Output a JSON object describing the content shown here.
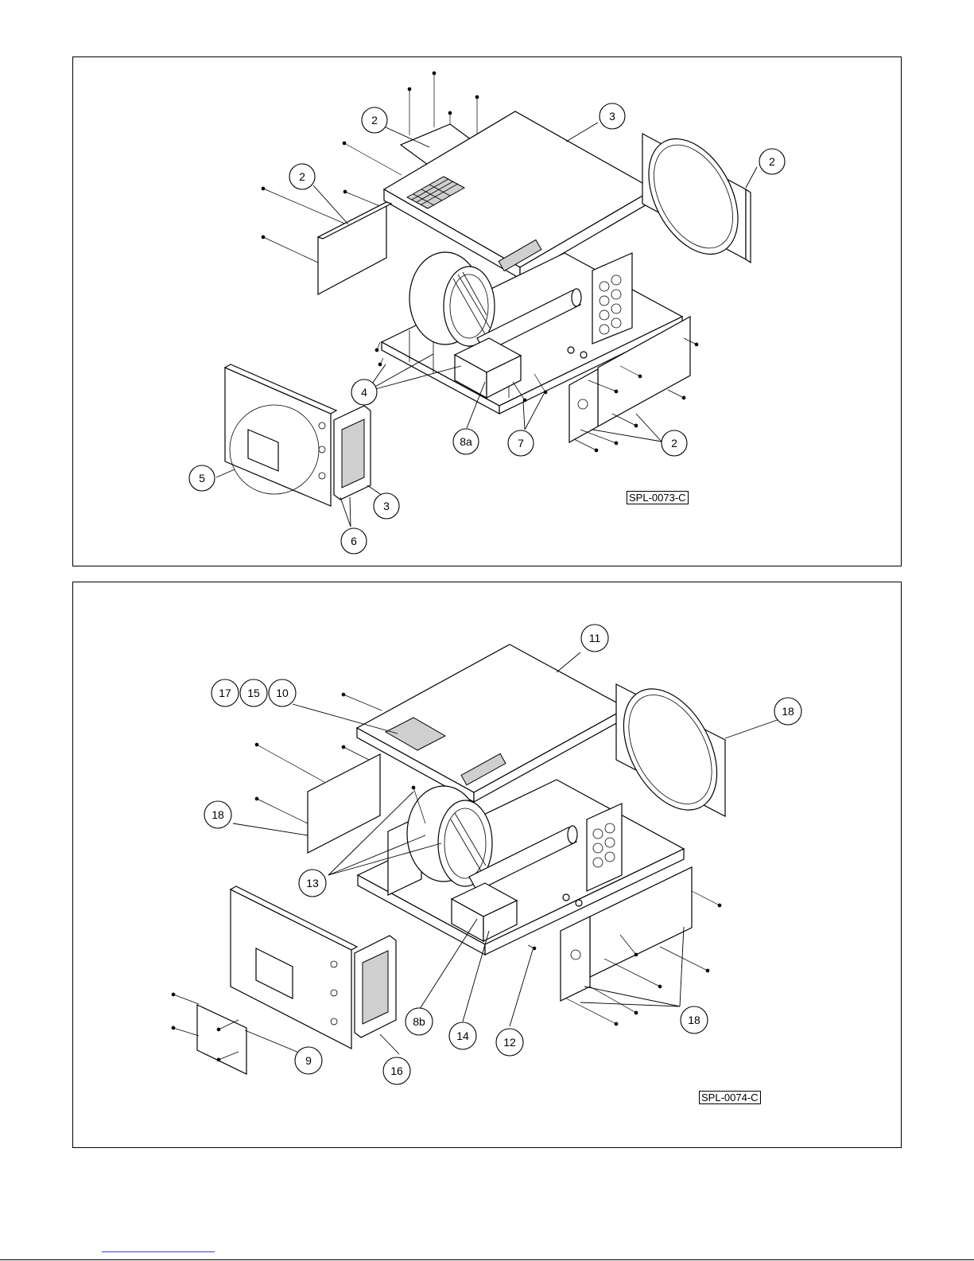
{
  "figures": [
    {
      "code": "SPL-0073-C",
      "callouts": [
        "2",
        "3",
        "2",
        "2",
        "4",
        "8a",
        "7",
        "2",
        "5",
        "3",
        "6"
      ]
    },
    {
      "code": "SPL-0074-C",
      "callouts": [
        "11",
        "17",
        "15",
        "10",
        "18",
        "18",
        "13",
        "8b",
        "14",
        "12",
        "18",
        "9",
        "16"
      ]
    }
  ]
}
